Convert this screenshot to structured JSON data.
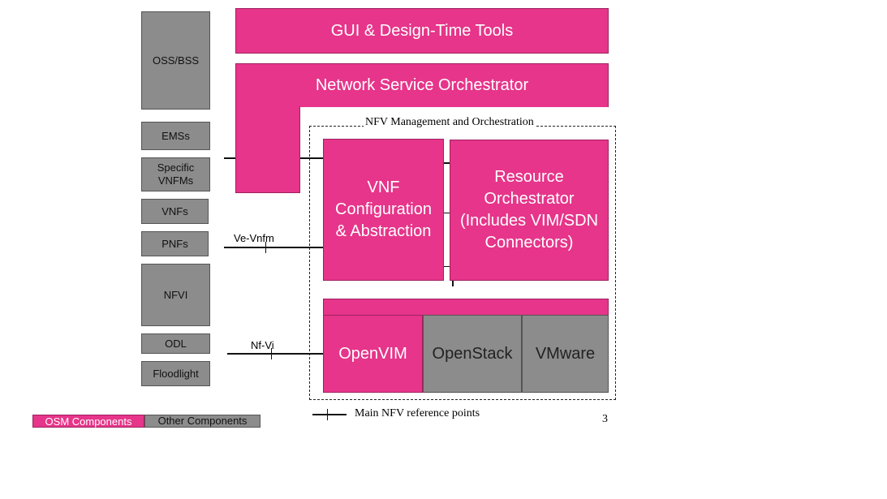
{
  "left_components": {
    "oss_bss": "OSS/BSS",
    "emss": "EMSs",
    "specific_vnfms": "Specific VNFMs",
    "vnfs": "VNFs",
    "pnfs": "PNFs",
    "nfvi": "NFVI",
    "odl": "ODL",
    "floodlight": "Floodlight"
  },
  "osm": {
    "gui_tools": "GUI & Design-Time Tools",
    "nso": "Network Service Orchestrator",
    "nfv_mano_label": "NFV Management and Orchestration",
    "vnf_config": "VNF Configuration & Abstraction",
    "resource_orchestrator": "Resource Orchestrator (Includes VIM/SDN Connectors)",
    "openvim": "OpenVIM"
  },
  "vims": {
    "openstack": "OpenStack",
    "vmware": "VMware"
  },
  "reference_points": {
    "ve_vnfm": "Ve-Vnfm",
    "nf_vi": "Nf-Vi"
  },
  "legend": {
    "osm_components": "OSM Components",
    "other_components": "Other Components",
    "main_nfv_reference_points": "Main NFV reference points"
  },
  "page_number": "3",
  "colors": {
    "osm_pink": "#e6358a",
    "other_gray": "#8c8c8c"
  }
}
